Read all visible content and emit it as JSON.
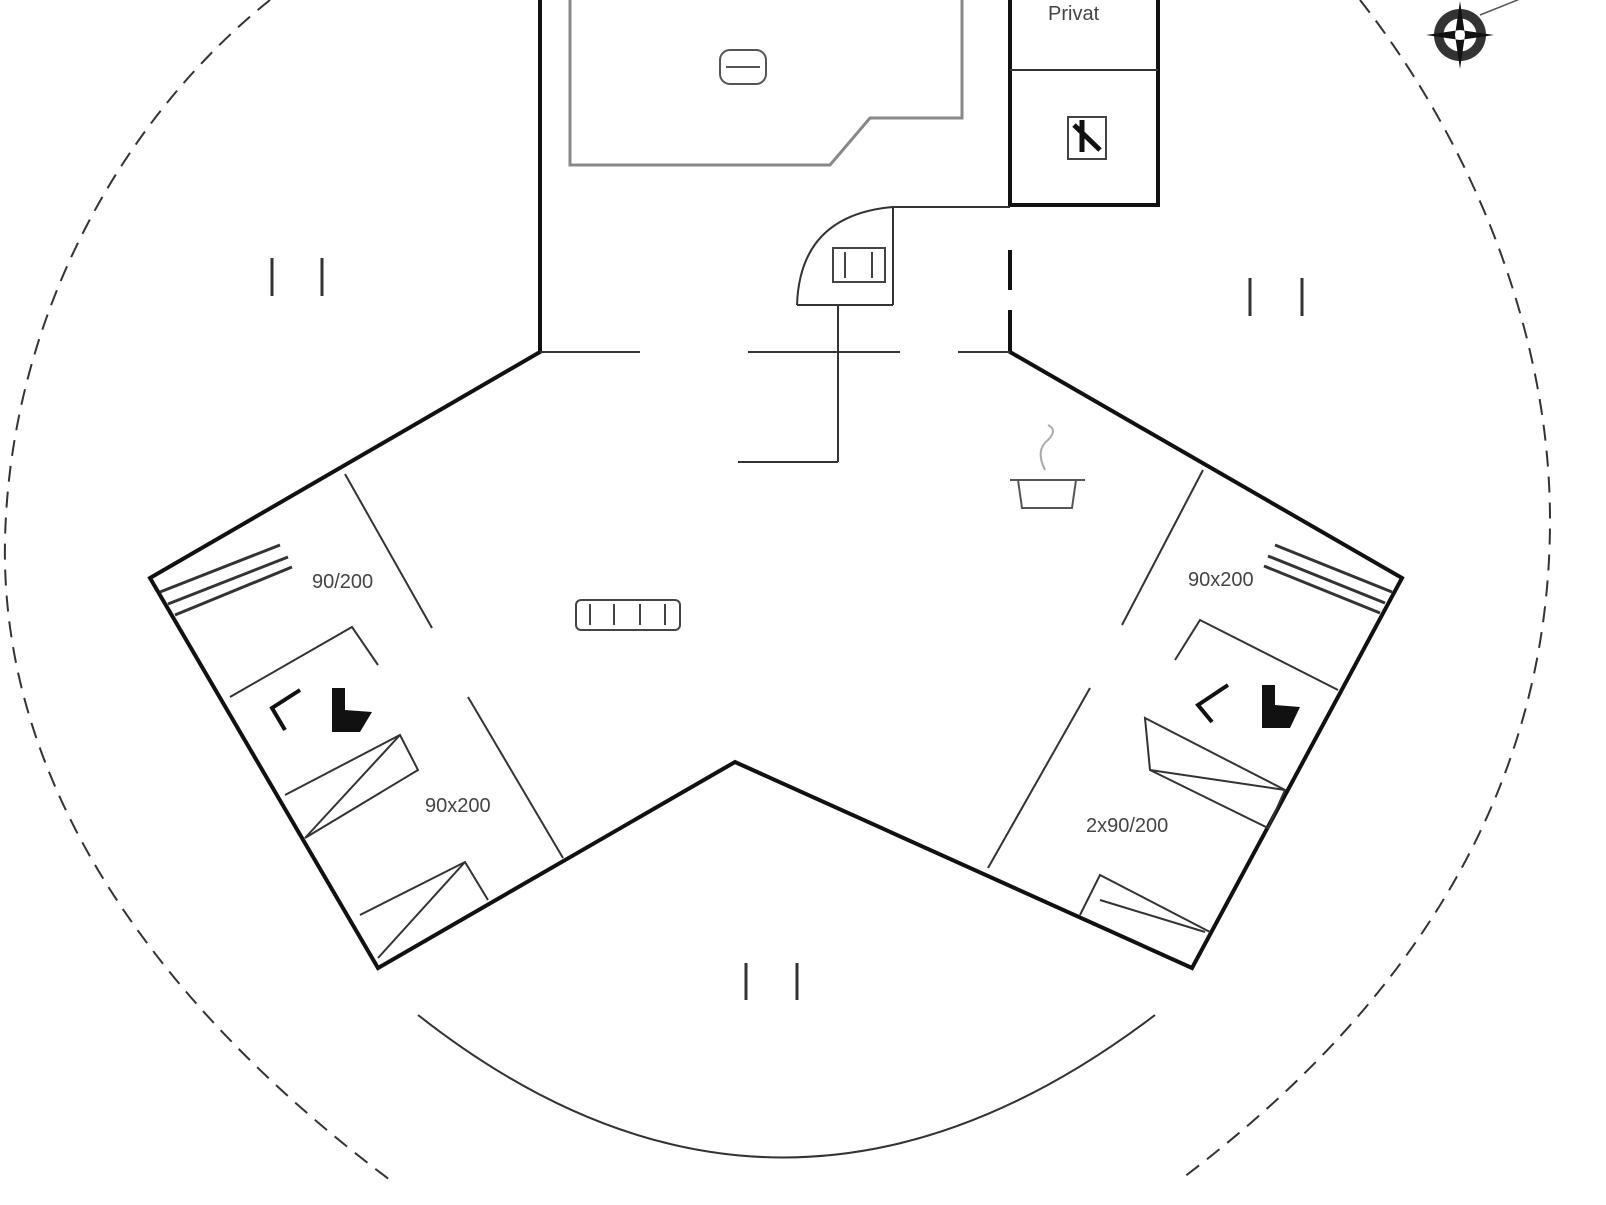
{
  "plan": {
    "rooms": {
      "private": "Privat"
    },
    "beds": [
      {
        "label": "90/200"
      },
      {
        "label": "90x200"
      },
      {
        "label": "90x200"
      },
      {
        "label": "2x90/200"
      }
    ]
  },
  "colors": {
    "wall": "#111111",
    "furniture": "#555555",
    "boundary": "#333333"
  }
}
